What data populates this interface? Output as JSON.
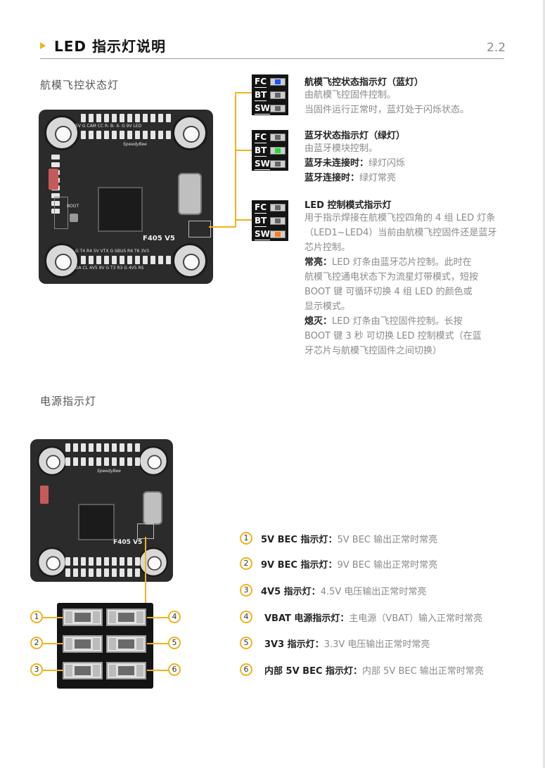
{
  "header": {
    "title": "LED 指示灯说明",
    "page_num": "2.2"
  },
  "section1": {
    "title": "航模飞控状态灯",
    "board": {
      "model": "F405 V5",
      "brand": "SpeedyBee",
      "top_pads": "5V  G  CAM  CC  R-  B-  X-  G  9V  LED",
      "bottom_pads": "G  T4  R4  5V  VTX  G SBUS  R6  T6  3V3",
      "bottom_pads2": "DA  CL  4V5  9V  G  T3  R3  G  4V5  RS",
      "boot": "BOOT"
    },
    "icon_rows": [
      "FC",
      "BT",
      "SW"
    ],
    "colors": {
      "blue": "#1a55ff",
      "green": "#22dd33",
      "orange": "#ff7a1a",
      "accent": "#f2b21c"
    },
    "blocks": [
      {
        "title": "航模飞控状态指示灯（蓝灯）",
        "lines": [
          "由航模飞控固件控制。",
          "当固件运行正常时，蓝灯处于闪烁状态。"
        ]
      },
      {
        "title": "蓝牙状态指示灯（绿灯）",
        "line1": "由蓝牙模块控制。",
        "k1": "蓝牙未连接时：",
        "v1": "绿灯闪烁",
        "k2": "蓝牙连接时：",
        "v2": "绿灯常亮"
      },
      {
        "title": "LED 控制模式指示灯",
        "lines": [
          "用于指示焊接在航模飞控四角的 4 组 LED 灯条",
          "（LED1~LED4）当前由航模飞控固件还是蓝牙",
          "芯片控制。"
        ],
        "k1": "常亮：",
        "v1": "LED 灯条由蓝牙芯片控制。此时在",
        "lines2": [
          "航模飞控通电状态下为流星灯带模式，短按",
          "BOOT 键 可循环切换 4 组 LED 的颜色或",
          "显示模式。"
        ],
        "k2": "熄灭：",
        "v2": "LED 灯条由飞控固件控制。长按",
        "lines3": [
          "BOOT 键 3 秒 可切换 LED 控制模式（在蓝",
          "牙芯片与航模飞控固件之间切换）"
        ]
      }
    ]
  },
  "section2": {
    "title": "电源指示灯",
    "items": [
      {
        "num": "1",
        "key": "5V BEC 指示灯：",
        "val": "5V BEC 输出正常时常亮"
      },
      {
        "num": "2",
        "key": "9V BEC 指示灯：",
        "val": "9V BEC 输出正常时常亮"
      },
      {
        "num": "3",
        "key": "4V5 指示灯：",
        "val": "4.5V 电压输出正常时常亮"
      },
      {
        "num": "4",
        "key": "VBAT 电源指示灯：",
        "val": "主电源（VBAT）输入正常时常亮"
      },
      {
        "num": "5",
        "key": "3V3 指示灯：",
        "val": "3.3V 电压输出正常时常亮"
      },
      {
        "num": "6",
        "key": "内部 5V BEC 指示灯：",
        "val": "内部 5V BEC 输出正常时常亮"
      }
    ],
    "callout_nums": [
      "1",
      "2",
      "3",
      "4",
      "5",
      "6"
    ]
  }
}
